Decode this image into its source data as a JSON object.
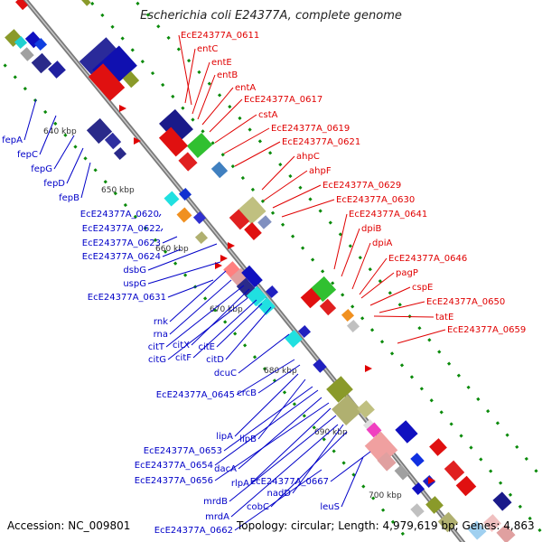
{
  "title": "Escherichia coli E24377A, complete genome",
  "accession": "Accession: NC_009801",
  "topology": "Topology: circular; Length: 4,979,619 bp; Genes: 4,863",
  "colors": {
    "backbone": "#8a8a8a",
    "right_label": "#e00000",
    "left_label": "#0000c8",
    "dot": "#0a8a0a"
  },
  "kbp_ticks": [
    "640 kbp",
    "650 kbp",
    "660 kbp",
    "670 kbp",
    "680 kbp",
    "690 kbp",
    "700 kbp"
  ],
  "right_labels": [
    "EcE24377A_0611",
    "entC",
    "entE",
    "entB",
    "entA",
    "EcE24377A_0617",
    "cstA",
    "EcE24377A_0619",
    "EcE24377A_0621",
    "ahpC",
    "ahpF",
    "EcE24377A_0629",
    "EcE24377A_0630",
    "EcE24377A_0641",
    "dpiB",
    "dpiA",
    "EcE24377A_0646",
    "pagP",
    "cspE",
    "EcE24377A_0650",
    "tatE",
    "EcE24377A_0659"
  ],
  "left_labels": [
    "fepA",
    "fepC",
    "fepG",
    "fepD",
    "fepB",
    "EcE24377A_0620",
    "EcE24377A_0622",
    "EcE24377A_0623",
    "EcE24377A_0624",
    "dsbG",
    "uspG",
    "EcE24377A_0631",
    "rnk",
    "rna",
    "citT",
    "citX",
    "citG",
    "citF",
    "citE",
    "citD",
    "dcuC",
    "EcE24377A_0645",
    "crcB",
    "lipA",
    "lipB",
    "EcE24377A_0653",
    "EcE24377A_0654",
    "dacA",
    "EcE24377A_0656",
    "rlpA",
    "mrdB",
    "EcE24377A_0667",
    "nadD",
    "cobC",
    "leuS",
    "mrdA",
    "EcE24377A_0662"
  ]
}
